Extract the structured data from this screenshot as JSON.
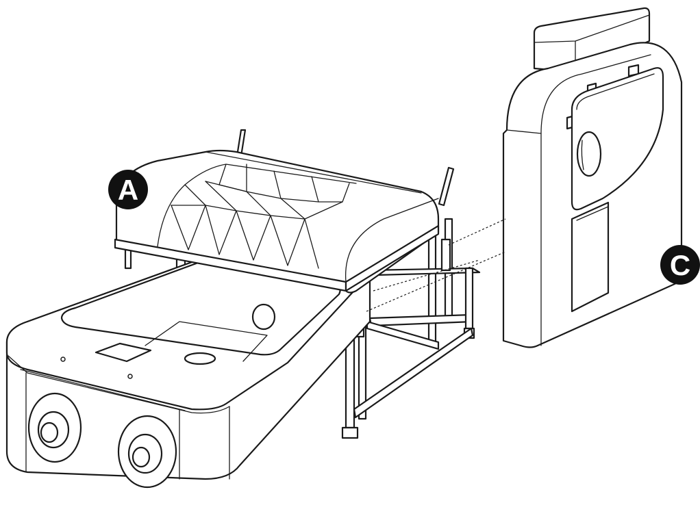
{
  "callouts": [
    {
      "id": "A",
      "label": "A"
    },
    {
      "id": "C",
      "label": "C"
    }
  ],
  "colors": {
    "line": "#1a1a1a",
    "fill": "#ffffff",
    "badge": "#111111",
    "badge_text": "#ffffff"
  }
}
